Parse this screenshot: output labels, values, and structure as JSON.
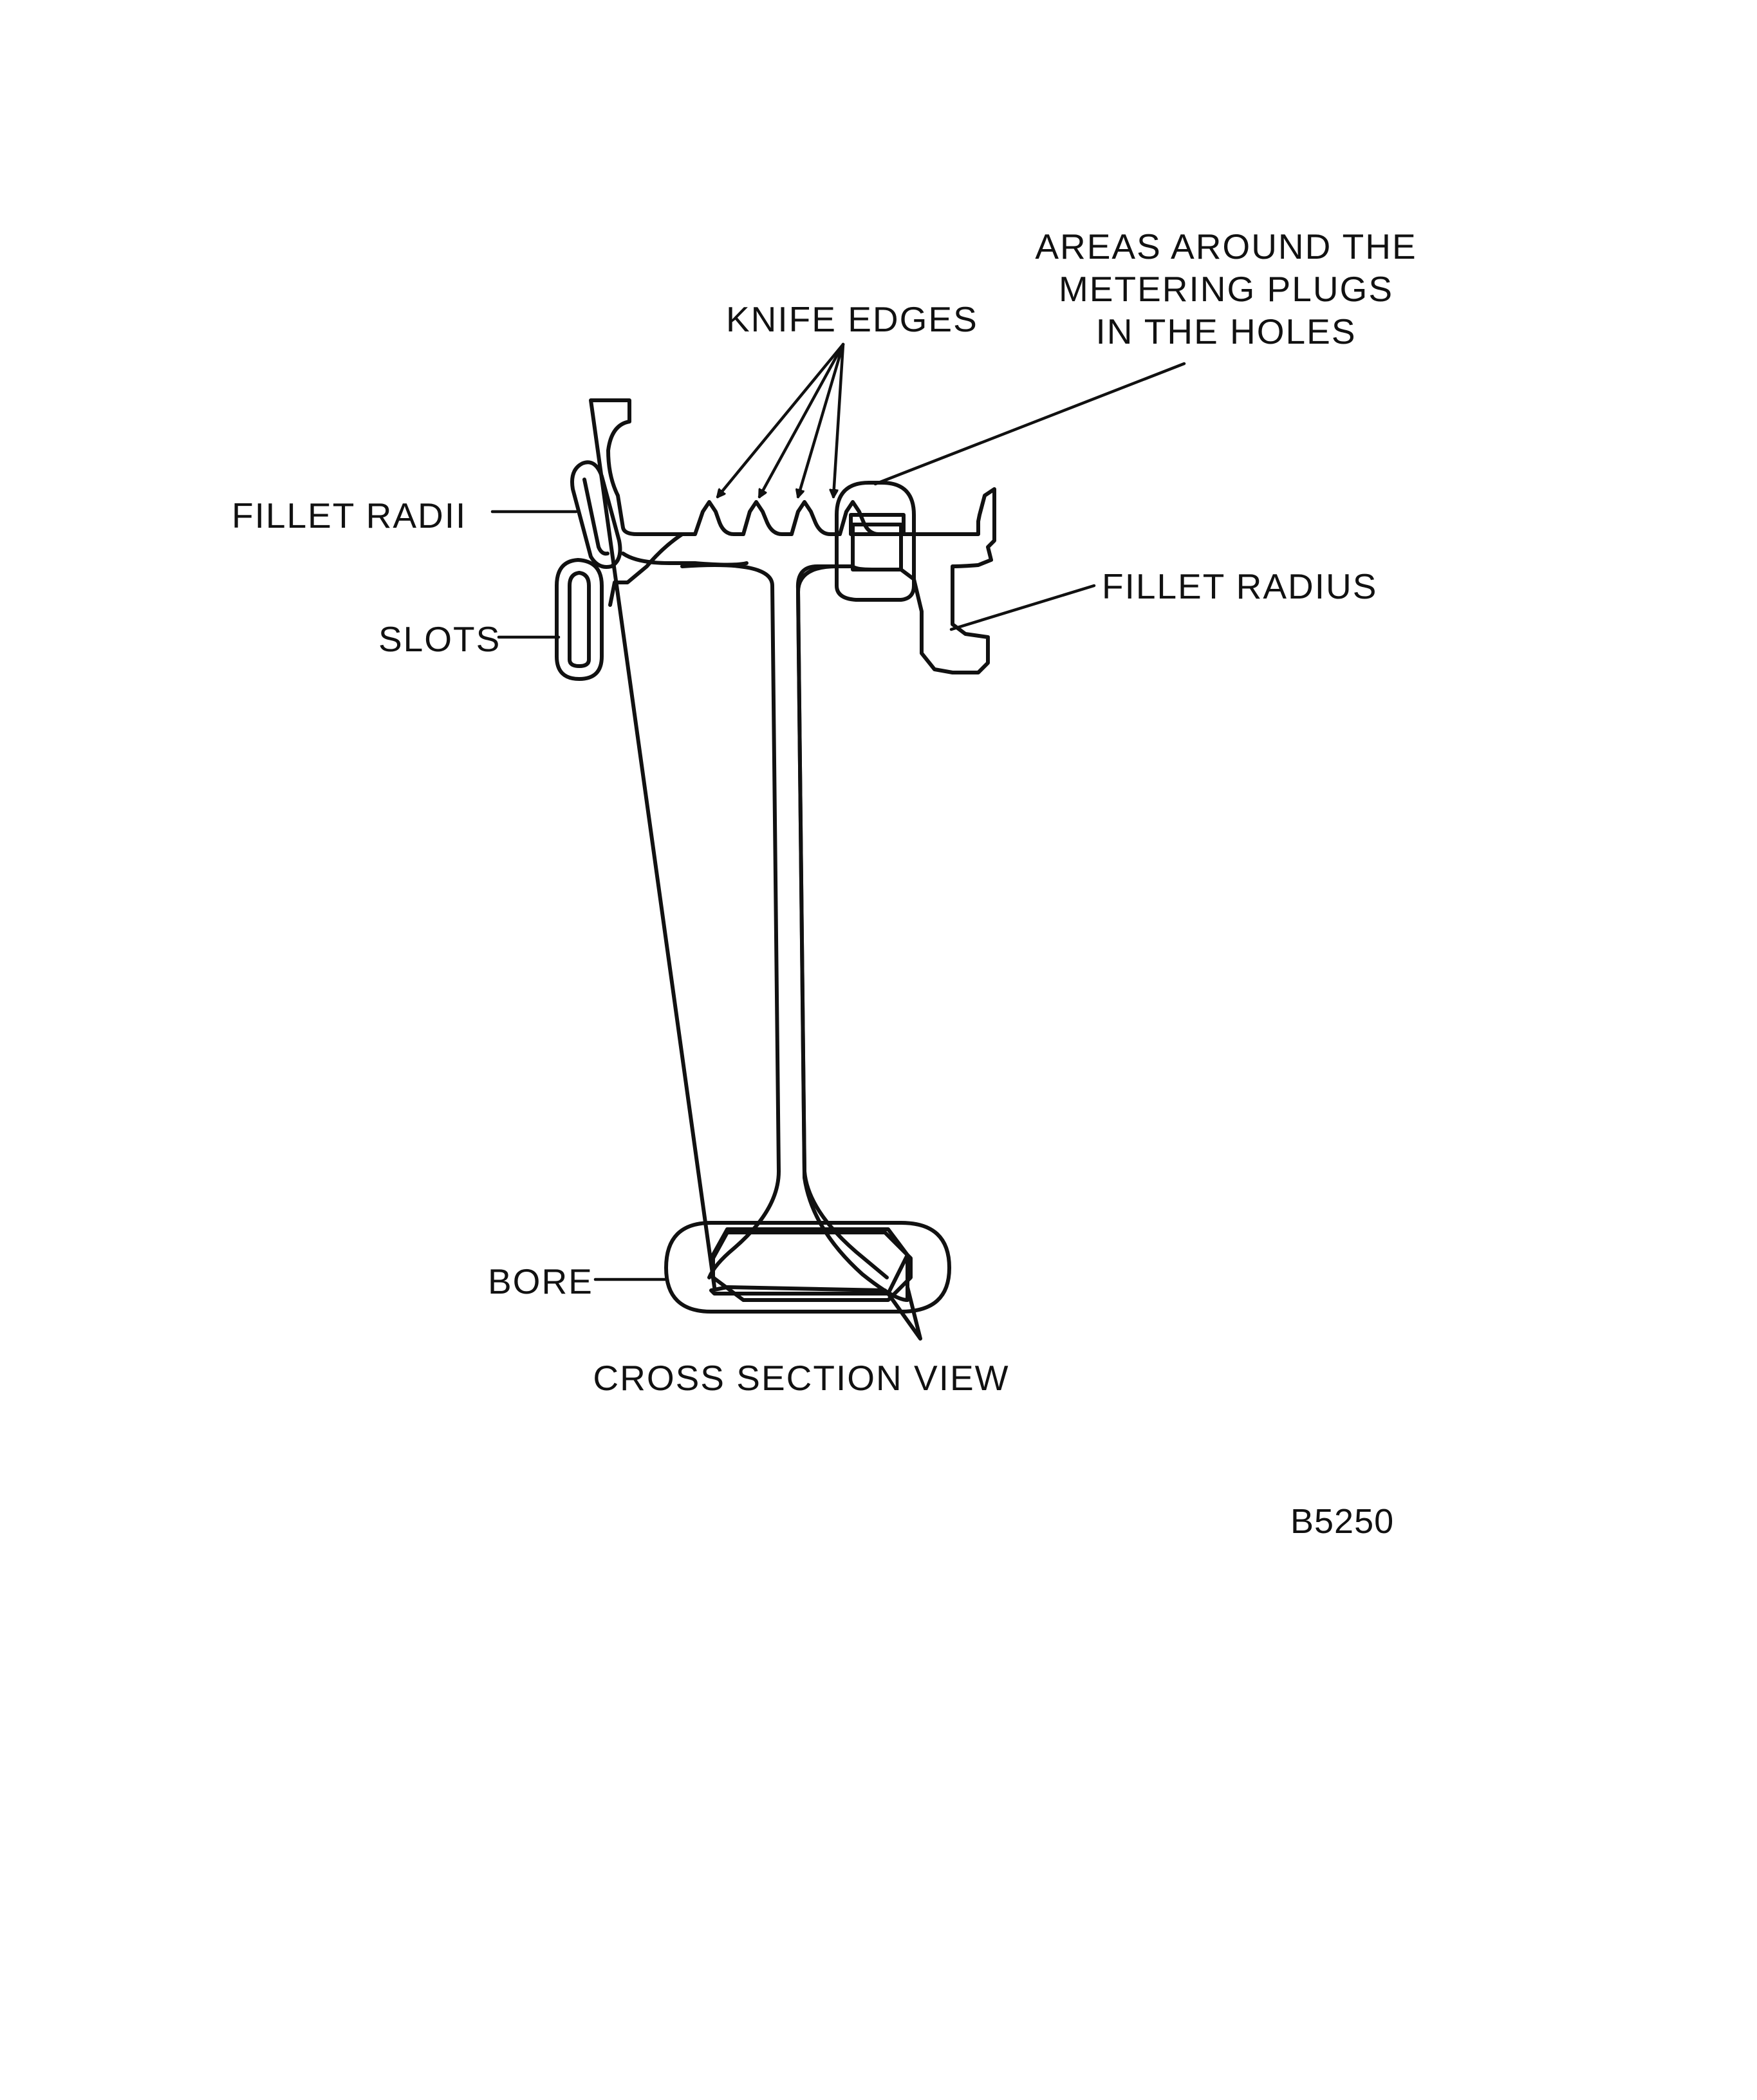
{
  "labels": {
    "knife_edges": "KNIFE EDGES",
    "metering_plugs": [
      "AREAS AROUND THE",
      "METERING PLUGS",
      "IN THE HOLES"
    ],
    "fillet_radii": "FILLET RADII",
    "slots": "SLOTS",
    "fillet_radius": "FILLET RADIUS",
    "bore": "BORE",
    "caption": "CROSS SECTION VIEW",
    "figure_code": "B5250"
  },
  "colors": {
    "ink": "#111111",
    "paper": "#ffffff"
  }
}
